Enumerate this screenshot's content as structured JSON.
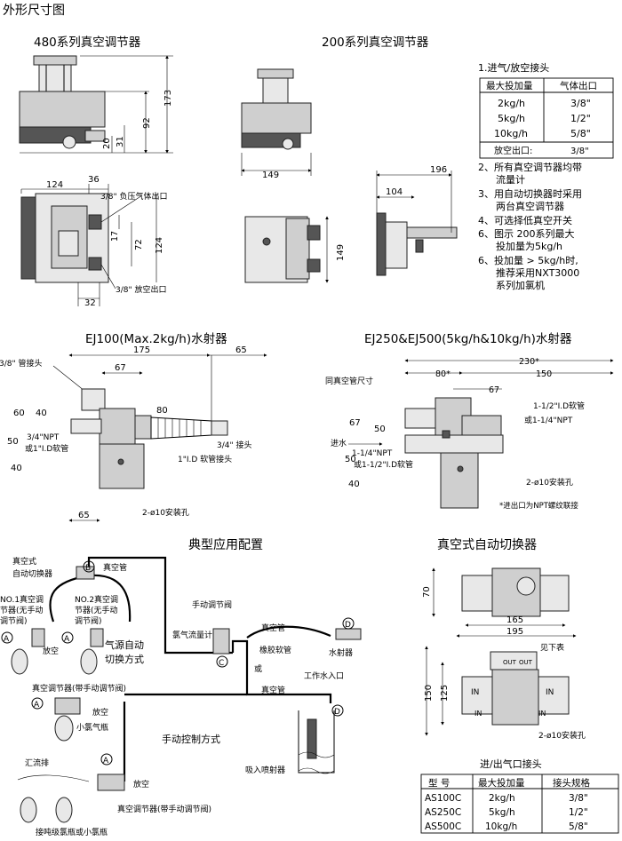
{
  "page_title": "外形尺寸图",
  "r480": {
    "title": "480系列真空调节器",
    "dims": {
      "d173": "173",
      "d92": "92",
      "d20": "20",
      "d31": "31",
      "d124a": "124",
      "d36": "36",
      "d17": "17",
      "d72": "72",
      "d124b": "124",
      "d32": "32"
    },
    "out_label": "3/8\" 负压气体出口",
    "vent_label": "3/8\" 放空出口"
  },
  "r200": {
    "title": "200系列真空调节器",
    "dims": {
      "d149a": "149",
      "d196": "196",
      "d104": "104",
      "d149b": "149"
    }
  },
  "spec_table": {
    "heading": "1.进气/放空接头",
    "headers": [
      "最大投加量",
      "气体出口"
    ],
    "rows": [
      [
        "2kg/h",
        "3/8\""
      ],
      [
        "5kg/h",
        "1/2\""
      ],
      [
        "10kg/h",
        "5/8\""
      ]
    ],
    "vent_row": [
      "放空出口:",
      "3/8\""
    ]
  },
  "notes": [
    "2、所有真空调节器均带",
    "流量计",
    "3、用自动切换器时采用",
    "两台真空调节器",
    "4、可选择低真空开关",
    "6、图示 200系列最大",
    "投加量为5kg/h",
    "6、投加量 > 5kg/h时,",
    "推荐采用NXT3000",
    "系列加氯机"
  ],
  "ej100": {
    "title": "EJ100(Max.2kg/h)水射器",
    "labels": {
      "pipe": "3/8\" 管接头",
      "npt": "3/4\"NPT",
      "hose": "或1\"I.D软管",
      "outlet": "3/4\" 接头",
      "id": "1\"I.D 软管接头",
      "holes": "2-ø10安装孔"
    },
    "dims": {
      "d175": "175",
      "d65a": "65",
      "d67": "67",
      "d60": "60",
      "d40a": "40",
      "d80": "80",
      "d50": "50",
      "d40b": "40",
      "d65b": "65"
    }
  },
  "ej250": {
    "title": "EJ250&EJ500(5kg/h&10kg/h)水射器",
    "labels": {
      "same": "同真空管尺寸",
      "soft": "1-1/2\"I.D软管",
      "npt_right": "或1-1/4\"NPT",
      "in": "进水",
      "npt_left": "1-1/4\"NPT",
      "soft_left": "或1-1/2\"I.D软管",
      "holes": "2-ø10安装孔",
      "note": "*进出口为NPT螺纹联接"
    },
    "dims": {
      "d230": "230*",
      "d80": "80*",
      "d150": "150",
      "d67a": "67",
      "d67b": "67",
      "d50a": "50",
      "d50b": "50",
      "d40": "40"
    }
  },
  "config": {
    "title": "典型应用配置",
    "labels": {
      "switcher": "真空式",
      "switcher2": "自动切换器",
      "vac_pipe_b": "真空管",
      "no1a": "NO.1真空调",
      "no1b": "节器(无手动",
      "no1c": "调节阀)",
      "no2a": "NO.2真空调",
      "no2b": "节器(无手动",
      "no2c": "调节阀)",
      "vent1": "放空",
      "auto_a": "气源自动",
      "auto_b": "切换方式",
      "manual_valve": "手动调节阀",
      "flowmeter": "氯气流量计",
      "vac_pipe_c": "真空管",
      "rubber": "橡胶软管",
      "ejector": "水射器",
      "or": "或",
      "water_in": "工作水入口",
      "vac_pipe_d": "真空管",
      "reg_manual": "真空调节器(带手动调节阀)",
      "vent2": "放空",
      "small_bottle": "小氯气瓶",
      "manual_mode": "手动控制方式",
      "suction": "吸入喷射器",
      "manifold": "汇流排",
      "vent3": "放空",
      "reg_manual2": "真空调节器(带手动调节阀)",
      "ton_bottle": "接吨级氯瓶或小氯瓶"
    },
    "markers": [
      "A",
      "B",
      "C",
      "D"
    ]
  },
  "switcher": {
    "title": "真空式自动切换器",
    "dims": {
      "d70": "70",
      "d165": "165",
      "d195": "195",
      "d125": "125",
      "d150": "150"
    },
    "labels": {
      "see": "见下表",
      "out": "OUT",
      "in": "IN",
      "holes": "2-ø10安装孔"
    },
    "subtitle": "进/出气口接头",
    "table_headers": [
      "型  号",
      "最大投加量",
      "接头规格"
    ],
    "table_rows": [
      [
        "AS100C",
        "2kg/h",
        "3/8\""
      ],
      [
        "AS250C",
        "5kg/h",
        "1/2\""
      ],
      [
        "AS500C",
        "10kg/h",
        "5/8\""
      ]
    ]
  }
}
